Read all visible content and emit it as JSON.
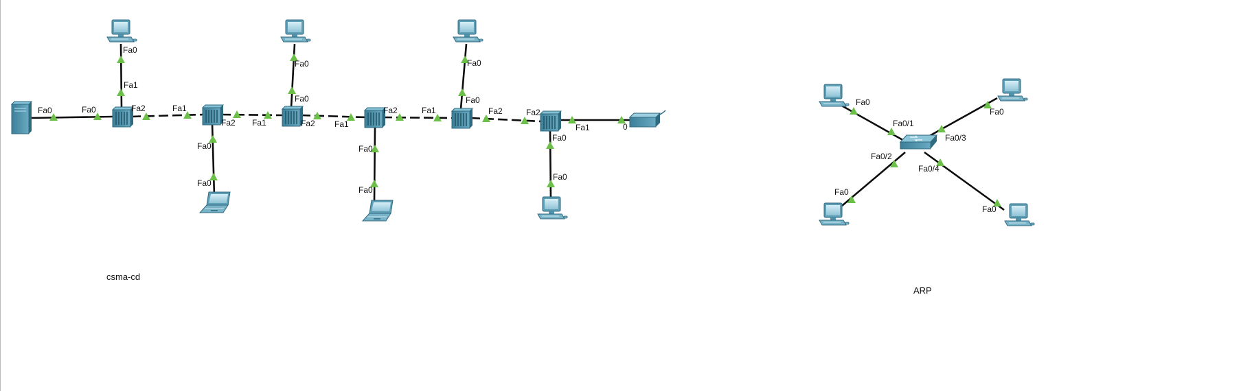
{
  "topologies": [
    {
      "name": "csma-cd"
    },
    {
      "name": "ARP"
    }
  ],
  "devices": [
    {
      "id": "server",
      "type": "server"
    },
    {
      "id": "hub1",
      "type": "hub"
    },
    {
      "id": "hub2",
      "type": "hub"
    },
    {
      "id": "hub3",
      "type": "hub"
    },
    {
      "id": "hub4",
      "type": "hub"
    },
    {
      "id": "hub5",
      "type": "hub"
    },
    {
      "id": "hub6",
      "type": "hub"
    },
    {
      "id": "pc-top1",
      "type": "pc"
    },
    {
      "id": "pc-top2",
      "type": "pc"
    },
    {
      "id": "pc-top3",
      "type": "pc"
    },
    {
      "id": "laptop1",
      "type": "laptop"
    },
    {
      "id": "laptop2",
      "type": "laptop"
    },
    {
      "id": "pc-bottom",
      "type": "pc"
    },
    {
      "id": "router",
      "type": "router"
    },
    {
      "id": "switch",
      "type": "switch"
    },
    {
      "id": "arp-pc-tl",
      "type": "pc"
    },
    {
      "id": "arp-pc-tr",
      "type": "pc"
    },
    {
      "id": "arp-pc-bl",
      "type": "pc"
    },
    {
      "id": "arp-pc-br",
      "type": "pc"
    }
  ],
  "links": [
    {
      "from": "server",
      "to": "hub1",
      "style": "solid",
      "a_port": "Fa0",
      "b_port": "Fa0"
    },
    {
      "from": "hub1",
      "to": "pc-top1",
      "style": "solid",
      "a_port": "Fa1",
      "b_port": "Fa0"
    },
    {
      "from": "hub1",
      "to": "hub2",
      "style": "dashed",
      "a_port": "Fa2",
      "b_port": "Fa1"
    },
    {
      "from": "hub2",
      "to": "laptop1",
      "style": "solid",
      "a_port": "Fa0",
      "b_port": "Fa0"
    },
    {
      "from": "hub2",
      "to": "hub3",
      "style": "dashed",
      "a_port": "Fa2",
      "b_port": "Fa1"
    },
    {
      "from": "hub3",
      "to": "pc-top2",
      "style": "solid",
      "a_port": "Fa0",
      "b_port": "Fa0"
    },
    {
      "from": "hub3",
      "to": "hub4",
      "style": "dashed",
      "a_port": "Fa2",
      "b_port": "Fa1"
    },
    {
      "from": "hub4",
      "to": "laptop2",
      "style": "solid",
      "a_port": "Fa0",
      "b_port": "Fa0"
    },
    {
      "from": "hub4",
      "to": "hub5",
      "style": "dashed",
      "a_port": "Fa2",
      "b_port": "Fa1"
    },
    {
      "from": "hub5",
      "to": "pc-top3",
      "style": "solid",
      "a_port": "Fa0",
      "b_port": "Fa0"
    },
    {
      "from": "hub5",
      "to": "hub6",
      "style": "dashed",
      "a_port": "Fa2",
      "b_port": "Fa2"
    },
    {
      "from": "hub6",
      "to": "pc-bottom",
      "style": "solid",
      "a_port": "Fa0",
      "b_port": "Fa0"
    },
    {
      "from": "hub6",
      "to": "router",
      "style": "solid",
      "a_port": "Fa1",
      "b_port": "0"
    },
    {
      "from": "switch",
      "to": "arp-pc-tl",
      "style": "solid",
      "a_port": "Fa0/1",
      "b_port": "Fa0"
    },
    {
      "from": "switch",
      "to": "arp-pc-tr",
      "style": "solid",
      "a_port": "Fa0/3",
      "b_port": "Fa0"
    },
    {
      "from": "switch",
      "to": "arp-pc-bl",
      "style": "solid",
      "a_port": "Fa0/2",
      "b_port": "Fa0"
    },
    {
      "from": "switch",
      "to": "arp-pc-br",
      "style": "solid",
      "a_port": "Fa0/4",
      "b_port": "Fa0"
    }
  ],
  "colors": {
    "device_body": "#4f93ad",
    "device_dark": "#2f6a80",
    "device_light": "#a8d3e3",
    "link_up_indicator": "#6cc04a",
    "link": "#0d0d0d"
  }
}
